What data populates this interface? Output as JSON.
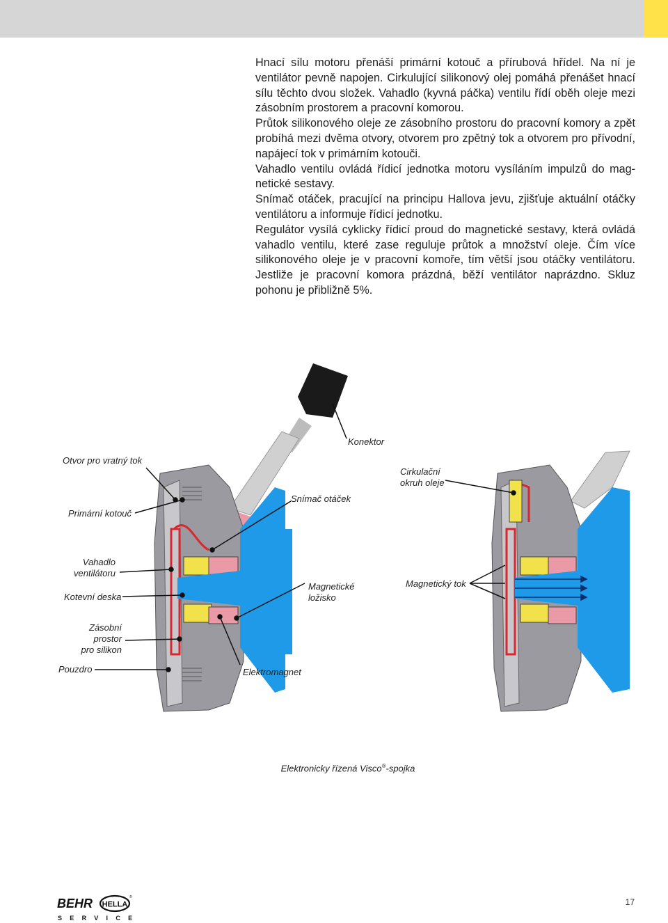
{
  "header": {
    "bar_color": "#d6d6d6",
    "accent_color": "#ffe14a"
  },
  "paragraphs": [
    "Hnací sílu motoru přenáší primární kotouč a přírubová hřídel. Na ní je ventilátor pevně napojen. Cirkulující silikonový olej pomáhá přenášet hnací sílu těchto dvou složek. Vahadlo (kyvná páčka) ventilu řídí oběh oleje mezi zásobním prostorem a pracovní komorou.",
    "Průtok silikonového oleje ze zásobního prostoru do pracovní komory a zpět probíhá mezi dvěma otvory, otvorem pro zpětný tok a otvorem pro přívodní, napájecí tok v primárním kotouči.",
    "Vahadlo ventilu ovládá řídicí jednotka motoru vysíláním impulzů do mag­netické sestavy.",
    "Snímač otáček, pracující na principu Hallova jevu, zjišťuje aktuální otáč­ky ventilátoru a informuje řídicí jednotku.",
    "Regulátor vysílá cyklicky řídicí proud do magnetické sestavy, která ovlá­dá vahadlo ventilu, které zase reguluje průtok a množství oleje. Čím více silikonového oleje je v pracovní komoře, tím větší  jsou otáčky ventiláto­ru. Jestliže je pracovní komora prázdná, běží ventilátor naprázdno. Skluz pohonu je přibližně 5%."
  ],
  "labels": {
    "konektor": "Konektor",
    "otvor": "Otvor pro vratný tok",
    "cirkulacni_1": "Cirkulační",
    "cirkulacni_2": "okruh oleje",
    "snimac": "Snímač otáček",
    "primarni": "Primární kotouč",
    "vahadlo_1": "Vahadlo",
    "vahadlo_2": "ventilátoru",
    "kotevni": "Kotevní deska",
    "magneticke_1": "Magnetické",
    "magneticke_2": "ložisko",
    "magneticky_tok": "Magnetický tok",
    "zasobni_1": "Zásobní",
    "zasobni_2": "prostor",
    "zasobni_3": "pro silikon",
    "pouzdro": "Pouzdro",
    "elektromagnet": "Elektromagnet"
  },
  "caption": {
    "text": "Elektronicky řízená Visco",
    "reg": "®",
    "suffix": "-spojka"
  },
  "footer": {
    "logo_behr": "BEHR",
    "logo_hella": "HELLA",
    "service": "SERVICE",
    "page_number": "17"
  },
  "colors": {
    "shaft_blue": "#1e9ae8",
    "oil_red": "#d8282f",
    "housing_gray": "#9a9aa0",
    "magnet_yellow": "#f2e24a",
    "sensor_pink": "#ea9aa6"
  }
}
